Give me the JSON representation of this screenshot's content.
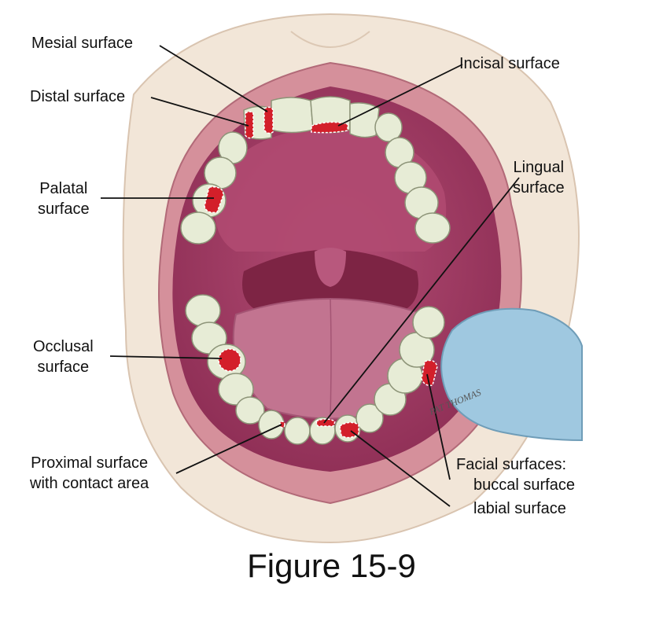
{
  "labels": {
    "mesial": "Mesial surface",
    "distal": "Distal surface",
    "incisal": "Incisal surface",
    "palatal_1": "Palatal",
    "palatal_2": "surface",
    "lingual_1": "Lingual",
    "lingual_2": "surface",
    "occlusal_1": "Occlusal",
    "occlusal_2": "surface",
    "proximal_1": "Proximal surface",
    "proximal_2": "with contact area",
    "facial_1": "Facial surfaces:",
    "facial_2": "buccal surface",
    "facial_3": "labial surface"
  },
  "signature": "PAT THOMAS",
  "caption": "Figure 15-9",
  "colors": {
    "skin": "#f1e4d5",
    "lip": "#d58f9a",
    "palate": "#a63d66",
    "tongue": "#c0708a",
    "tooth": "#e7ecd6",
    "highlight": "#d31f2a",
    "glove": "#9fc8e0"
  }
}
